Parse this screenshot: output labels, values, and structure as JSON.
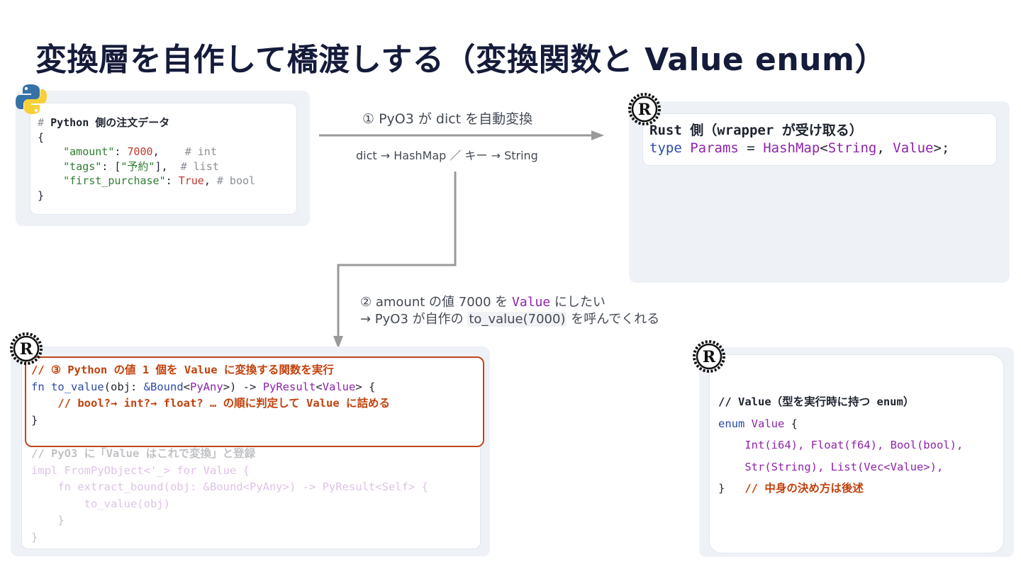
{
  "slide": {
    "title": "変換層を自作して橋渡しする（変換関数と Value enum）"
  },
  "python_panel": {
    "icon": "python-logo-icon",
    "lines": [
      {
        "comment_hash": "# ",
        "comment_text": "Python 側の注文データ"
      },
      {
        "text": "{"
      },
      {
        "key": "\"amount\"",
        "sep": ": ",
        "value": "7000",
        "tail": ",    ",
        "comment": "# int"
      },
      {
        "key": "\"tags\"",
        "sep": ": [",
        "value": "\"予約\"",
        "tail": "],  ",
        "comment": "# list"
      },
      {
        "key": "\"first_purchase\"",
        "sep": ": ",
        "value": "True",
        "tail": ", ",
        "comment": "# bool"
      },
      {
        "text": "}"
      }
    ]
  },
  "arrow1": {
    "label": "① PyO3 が dict を自動変換",
    "sublabel": "dict → HashMap ／ キー → String"
  },
  "rust_wrapper_panel": {
    "icon": "rust-logo-icon",
    "comment": "Rust 側（wrapper が受け取る）",
    "line_kw": "type",
    "line_name": "Params",
    "line_eq": " = ",
    "line_type": "HashMap",
    "line_lt": "<",
    "line_arg1": "String",
    "line_comma": ", ",
    "line_arg2": "Value",
    "line_end": ">;"
  },
  "arrow2": {
    "line1_prefix": "② amount の値 7000 を ",
    "line1_value": "Value",
    "line1_suffix": " にしたい",
    "line2_prefix": "→ PyO3 が自作の ",
    "line2_code": "to_value(7000)",
    "line2_suffix": " を呼んでくれる"
  },
  "to_value_panel": {
    "icon": "rust-logo-icon",
    "highlight_comment": "// ③ Python の値 1 個を Value に変換する関数を実行",
    "fn_kw": "fn",
    "fn_name": " to_value",
    "fn_args": "(obj: ",
    "fn_bound": "&Bound",
    "fn_lt": "<",
    "fn_pyany": "PyAny",
    "fn_close": ">) -> ",
    "fn_ret": "PyResult",
    "fn_lt2": "<",
    "fn_value": "Value",
    "fn_end": "> {",
    "body_comment": "    // bool?→ int?→ float? … の順に判定して Value に詰める",
    "close_brace": "}",
    "faded_lines": [
      "// PyO3 に「Value はこれで変換」と登録",
      "impl FromPyObject<'_> for Value {",
      "    fn extract_bound(obj: &Bound<PyAny>) -> PyResult<Self> {",
      "        to_value(obj)",
      "    }",
      "}"
    ]
  },
  "value_enum_panel": {
    "icon": "rust-logo-icon",
    "comment": "// Value（型を実行時に持つ enum）",
    "enum_kw": "enum",
    "enum_name": " Value",
    "enum_open": " {",
    "variant_line1": "    Int(i64), Float(f64), Bool(bool),",
    "variant_line2": "    Str(String), List(Vec<Value>),",
    "close_brace": "}",
    "trailing_comment": "// 中身の決め方は後述"
  },
  "colors": {
    "title": "#151b3a",
    "panel_bg": "#eef1f6",
    "highlight_border": "#c0451b",
    "comment_orange": "#c2410c",
    "keyword_blue": "#2b4aa8",
    "type_purple": "#8e24aa",
    "string_green": "#2f7d32",
    "number_red": "#c0392b",
    "arrow_gray": "#9a9a9a"
  }
}
